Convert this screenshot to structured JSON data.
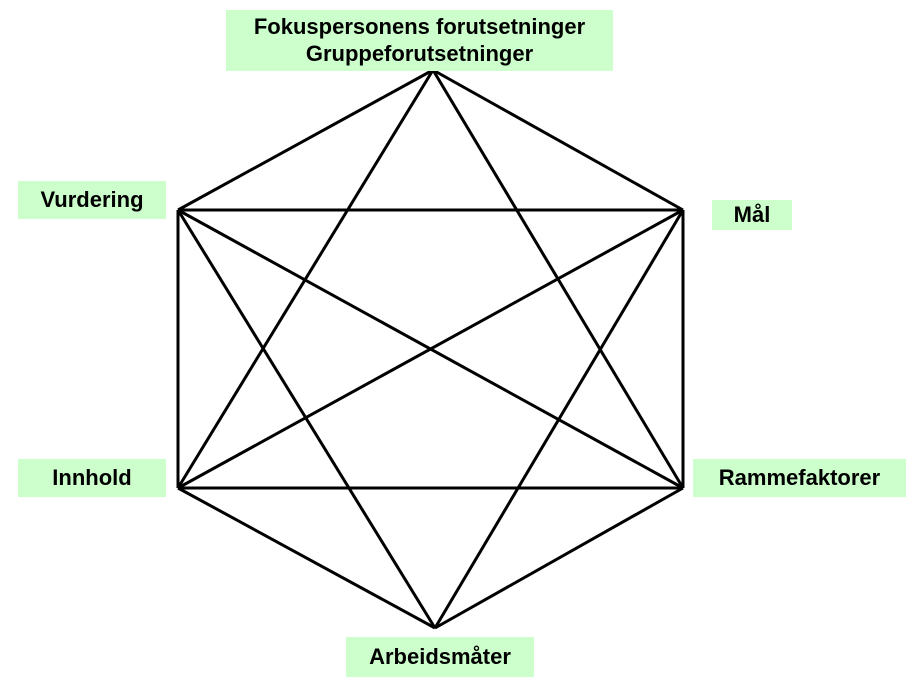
{
  "nodes": {
    "top": {
      "line1": "Fokuspersonens forutsetninger",
      "line2": "Gruppeforutsetninger"
    },
    "upper_left": "Vurdering",
    "upper_right": "Mål",
    "lower_left": "Innhold",
    "lower_right": "Rammefaktorer",
    "bottom": "Arbeidsmåter"
  },
  "colors": {
    "label_background": "#ccffcc",
    "line_color": "#000000"
  }
}
